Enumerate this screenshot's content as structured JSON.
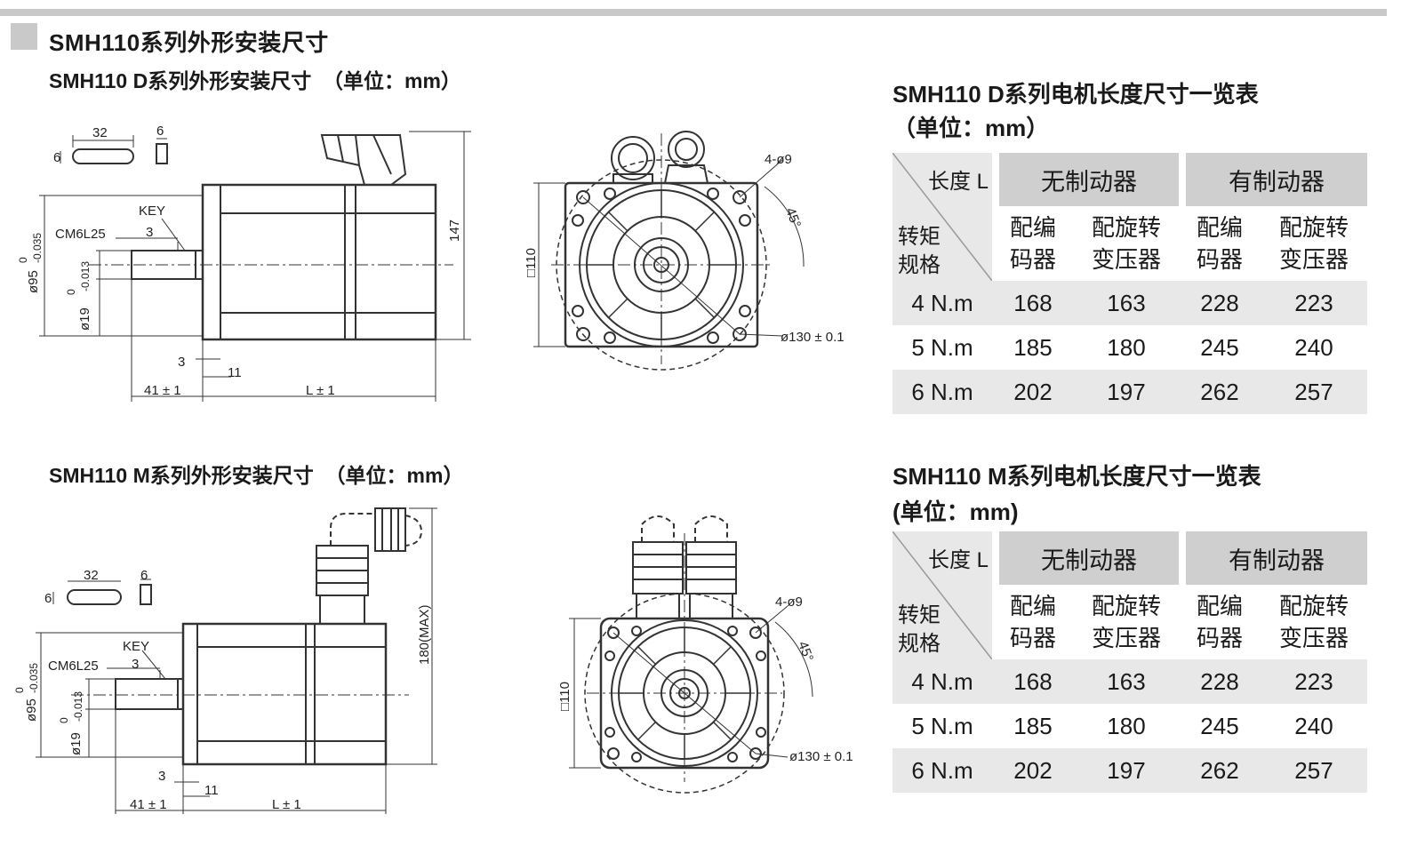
{
  "page": {
    "main_title": "SMH110系列外形安装尺寸",
    "d_series_title": "SMH110 D系列外形安装尺寸  （单位：mm）",
    "m_series_title": "SMH110 M系列外形安装尺寸  （单位：mm）"
  },
  "tables": {
    "d": {
      "title": "SMH110 D系列电机长度尺寸一览表",
      "unit": "（单位：mm）",
      "corner_top": "长度 L",
      "corner_bottom_1": "转矩",
      "corner_bottom_2": "规格",
      "group_1": "无制动器",
      "group_2": "有制动器",
      "sub_enc_1": "配编",
      "sub_enc_2": "码器",
      "sub_res_1": "配旋转",
      "sub_res_2": "变压器",
      "rows": [
        {
          "torque": "4 N.m",
          "v1": "168",
          "v2": "163",
          "v3": "228",
          "v4": "223"
        },
        {
          "torque": "5 N.m",
          "v1": "185",
          "v2": "180",
          "v3": "245",
          "v4": "240"
        },
        {
          "torque": "6 N.m",
          "v1": "202",
          "v2": "197",
          "v3": "262",
          "v4": "257"
        }
      ]
    },
    "m": {
      "title": "SMH110 M系列电机长度尺寸一览表",
      "unit": "(单位：mm)",
      "corner_top": "长度 L",
      "corner_bottom_1": "转矩",
      "corner_bottom_2": "规格",
      "group_1": "无制动器",
      "group_2": "有制动器",
      "sub_enc_1": "配编",
      "sub_enc_2": "码器",
      "sub_res_1": "配旋转",
      "sub_res_2": "变压器",
      "rows": [
        {
          "torque": "4 N.m",
          "v1": "168",
          "v2": "163",
          "v3": "228",
          "v4": "223"
        },
        {
          "torque": "5 N.m",
          "v1": "185",
          "v2": "180",
          "v3": "245",
          "v4": "240"
        },
        {
          "torque": "6 N.m",
          "v1": "202",
          "v2": "197",
          "v3": "262",
          "v4": "257"
        }
      ]
    }
  },
  "drawing_labels": {
    "d": {
      "key_width": "32",
      "key_thick": "6",
      "key_side": "6",
      "key": "KEY",
      "cm6l25": "CM6L25",
      "key_depth": "3",
      "height": "147",
      "flange_dia": "ø95",
      "flange_tol_upper": "0",
      "flange_tol_lower": "-0.035",
      "shaft_dia": "ø19",
      "shaft_tol_upper": "0",
      "shaft_tol_lower": "-0.013",
      "dim_3": "3",
      "dim_11": "11",
      "shaft_len": "41 ± 1",
      "body_len": "L ± 1",
      "square": "□110",
      "holes": "4-ø9",
      "angle": "45°",
      "pcd": "ø130 ± 0.1"
    },
    "m": {
      "key_width": "32",
      "key_thick": "6",
      "key_side": "6",
      "key": "KEY",
      "cm6l25": "CM6L25",
      "key_depth": "3",
      "height": "180(MAX)",
      "flange_dia": "ø95",
      "flange_tol_upper": "0",
      "flange_tol_lower": "-0.035",
      "shaft_dia": "ø19",
      "shaft_tol_upper": "0",
      "shaft_tol_lower": "-0.013",
      "dim_3": "3",
      "dim_11": "11",
      "shaft_len": "41 ± 1",
      "body_len": "L ± 1",
      "square": "□110",
      "holes": "4-ø9",
      "angle": "45°",
      "pcd": "ø130 ± 0.1"
    }
  }
}
